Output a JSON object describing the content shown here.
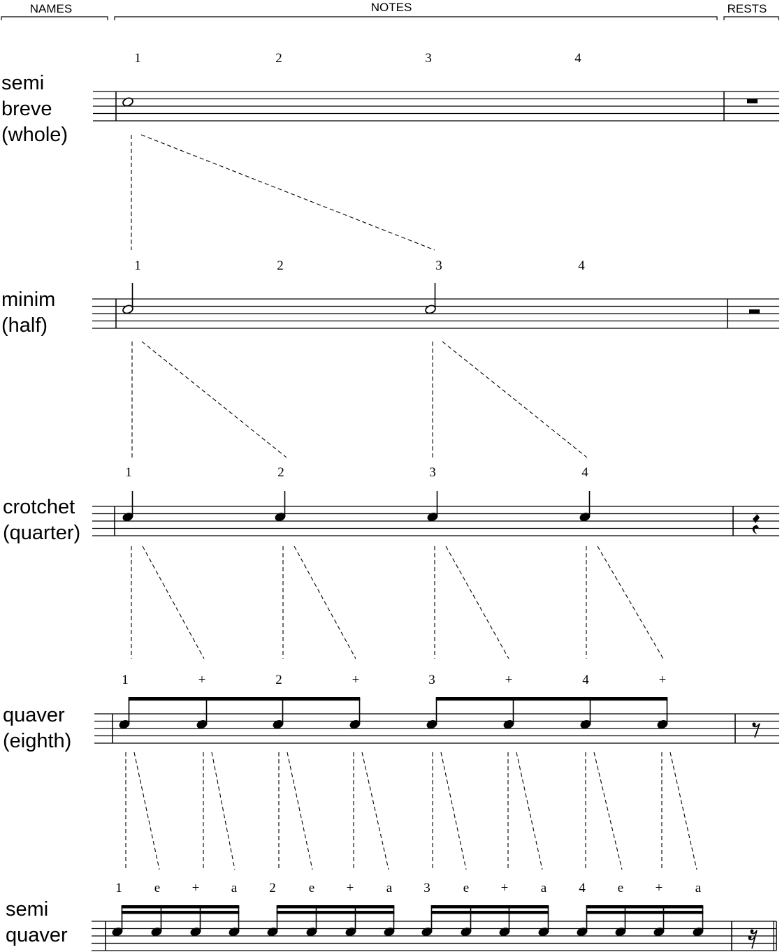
{
  "headers": {
    "names": "NAMES",
    "notes": "NOTES",
    "rests": "RESTS"
  },
  "rows": [
    {
      "key": "semibreve",
      "name_lines": [
        "semi",
        "breve",
        "(whole)"
      ],
      "counts": [
        "1",
        "2",
        "3",
        "4"
      ]
    },
    {
      "key": "minim",
      "name_lines": [
        "minim",
        "(half)"
      ],
      "counts": [
        "1",
        "2",
        "3",
        "4"
      ]
    },
    {
      "key": "crotchet",
      "name_lines": [
        "crotchet",
        "(quarter)"
      ],
      "counts": [
        "1",
        "2",
        "3",
        "4"
      ]
    },
    {
      "key": "quaver",
      "name_lines": [
        "quaver",
        "(eighth)"
      ],
      "counts": [
        "1",
        "+",
        "2",
        "+",
        "3",
        "+",
        "4",
        "+"
      ]
    },
    {
      "key": "semiquaver",
      "name_lines": [
        "semi",
        "quaver"
      ],
      "counts": [
        "1",
        "e",
        "+",
        "a",
        "2",
        "e",
        "+",
        "a",
        "3",
        "e",
        "+",
        "a",
        "4",
        "e",
        "+",
        "a"
      ]
    }
  ]
}
